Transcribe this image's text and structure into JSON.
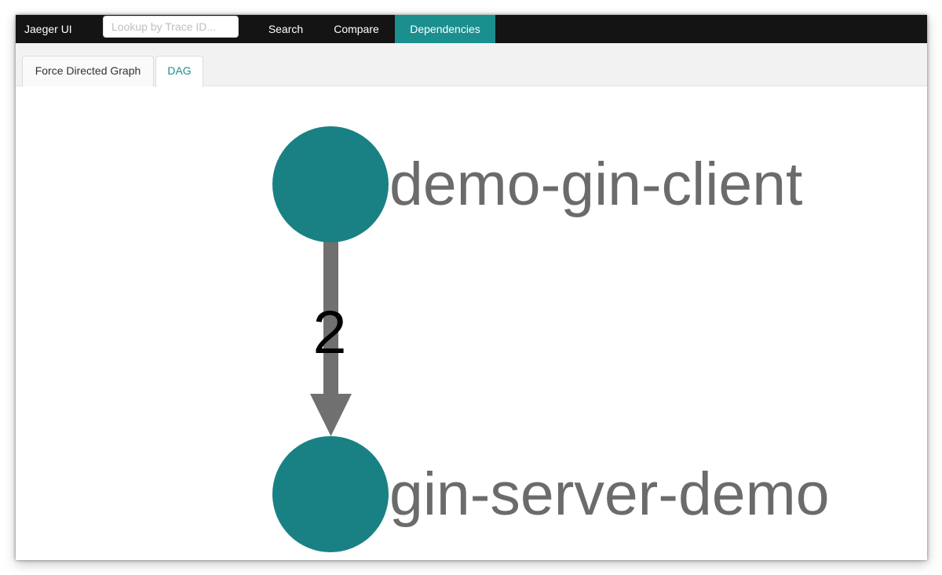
{
  "app": {
    "brand": "Jaeger UI",
    "search": {
      "placeholder": "Lookup by Trace ID..."
    },
    "nav": {
      "search": "Search",
      "compare": "Compare",
      "dependencies": "Dependencies",
      "active": "Dependencies"
    }
  },
  "tabs": {
    "items": [
      {
        "label": "Force Directed Graph"
      },
      {
        "label": "DAG"
      }
    ],
    "active": "DAG"
  },
  "dag": {
    "nodes": [
      {
        "label": "demo-gin-client"
      },
      {
        "label": "gin-server-demo"
      }
    ],
    "edges": [
      {
        "from": "demo-gin-client",
        "to": "gin-server-demo",
        "label": "2"
      }
    ]
  },
  "colors": {
    "accent": "#1a8f8e",
    "node_fill": "#198184",
    "edge": "#707070",
    "node_text": "#6b6b6b",
    "topbar": "#141414"
  }
}
